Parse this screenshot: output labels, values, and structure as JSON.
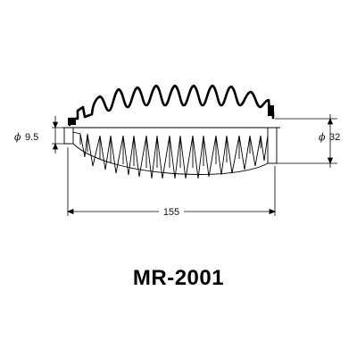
{
  "diagram": {
    "left_diameter_symbol": "ϕ",
    "left_diameter_value": "9.5",
    "right_diameter_symbol": "ϕ",
    "right_diameter_value": "32",
    "length_value": "155"
  },
  "part_number": "MR-2001",
  "colors": {
    "line": "#000000",
    "background": "#ffffff"
  }
}
